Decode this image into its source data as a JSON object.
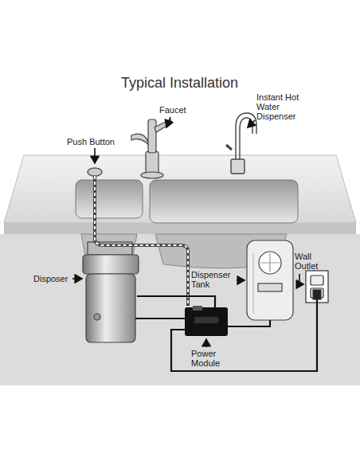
{
  "diagram": {
    "title": "Typical Installation",
    "labels": [
      "Push Button",
      "Faucet",
      "Instant Hot Water Dispenser",
      "Disposer",
      "Dispenser Tank",
      "Wall Outlet",
      "Power Module"
    ]
  }
}
